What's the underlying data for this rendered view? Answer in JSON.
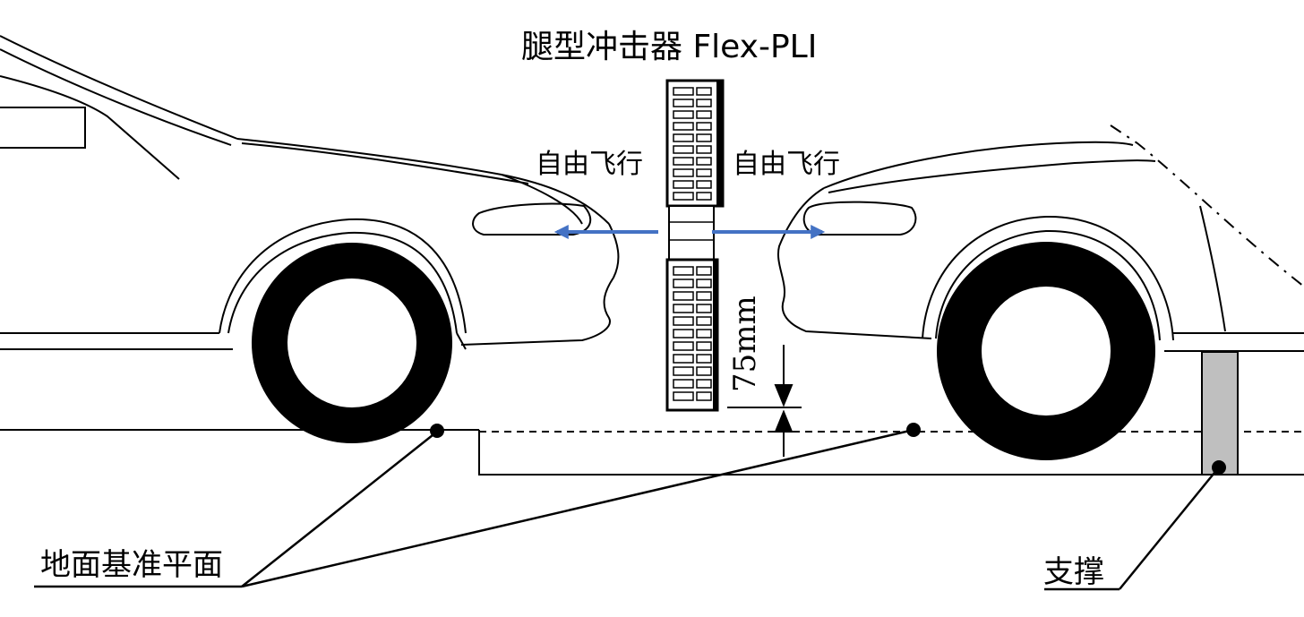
{
  "title": "腿型冲击器 Flex-PLI",
  "labels": {
    "free_flight_left": "自由飞行",
    "free_flight_right": "自由飞行",
    "height": "75mm",
    "ground_plane": "地面基准平面",
    "support": "支撑"
  },
  "colors": {
    "arrow": "#4472C4",
    "line": "#000000",
    "support_fill": "#BFBFBF"
  }
}
